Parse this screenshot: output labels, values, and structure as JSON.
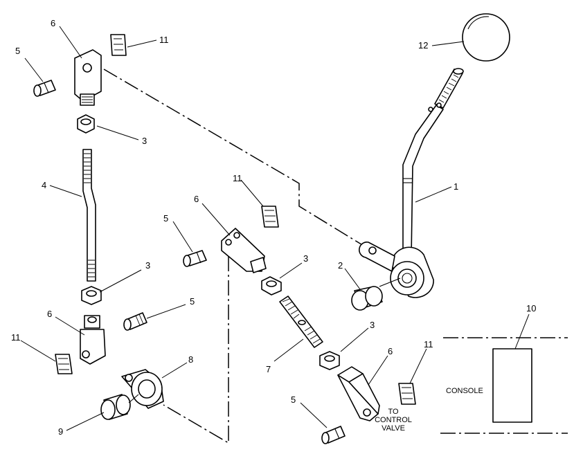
{
  "labels": {
    "l1": "1",
    "l2": "2",
    "l3a": "3",
    "l3b": "3",
    "l3c": "3",
    "l3d": "3",
    "l4": "4",
    "l5a": "5",
    "l5b": "5",
    "l5c": "5",
    "l5d": "5",
    "l6a": "6",
    "l6b": "6",
    "l6c": "6",
    "l6d": "6",
    "l7": "7",
    "l8": "8",
    "l9": "9",
    "l10": "10",
    "l11a": "11",
    "l11b": "11",
    "l11c": "11",
    "l11d": "11",
    "l12": "12"
  },
  "text": {
    "console": "CONSOLE",
    "to_control_valve_1": "TO",
    "to_control_valve_2": "CONTROL",
    "to_control_valve_3": "VALVE"
  }
}
